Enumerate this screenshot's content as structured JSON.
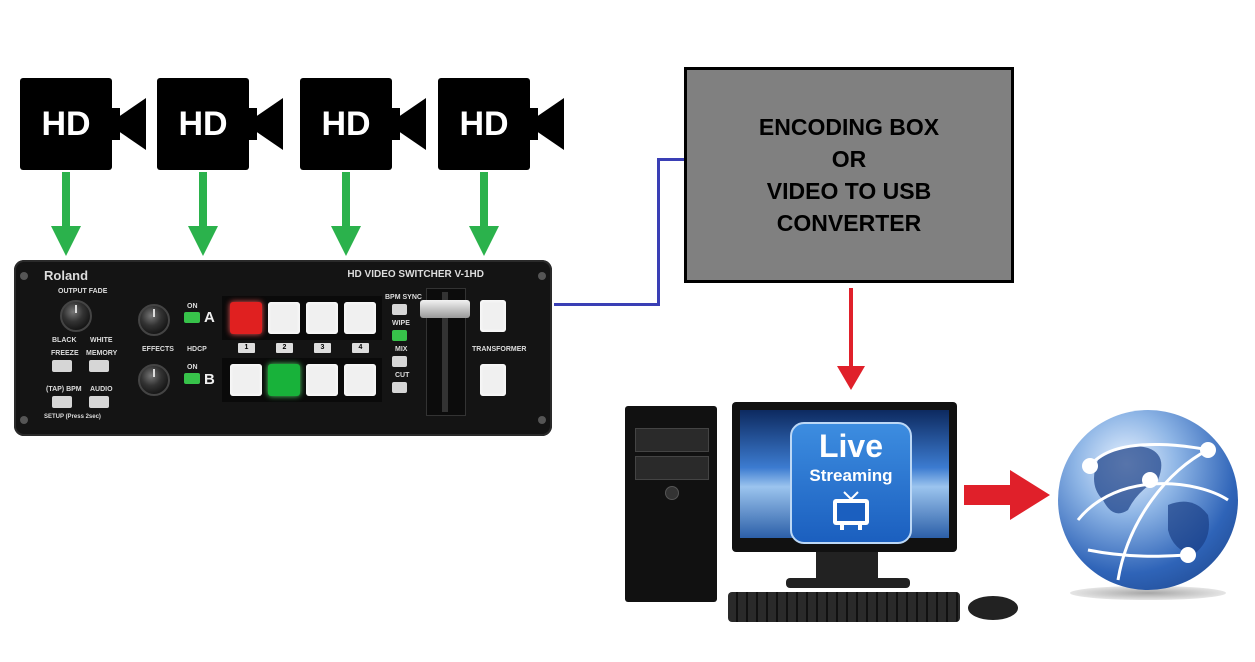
{
  "cameras": [
    {
      "label": "HD"
    },
    {
      "label": "HD"
    },
    {
      "label": "HD"
    },
    {
      "label": "HD"
    }
  ],
  "switcher": {
    "brand": "Roland",
    "model": "HD VIDEO SWITCHER  V-1HD",
    "output_fade": "OUTPUT FADE",
    "black": "BLACK",
    "white": "WHITE",
    "freeze": "FREEZE",
    "memory": "MEMORY",
    "tap_bpm": "(TAP) BPM",
    "audio": "AUDIO",
    "setup": "SETUP (Press 2sec)",
    "effects": "EFFECTS",
    "on_a": "ON",
    "on_b": "ON",
    "hdcp": "HDCP",
    "bus_a": "A",
    "bus_b": "B",
    "channels": [
      "1",
      "2",
      "3",
      "4"
    ],
    "bpm_sync": "BPM SYNC",
    "wipe": "WIPE",
    "mix": "MIX",
    "cut": "CUT",
    "transformer": "TRANSFORMER"
  },
  "encoding_box": {
    "line1": "ENCODING BOX",
    "line2": "OR",
    "line3": "VIDEO TO USB",
    "line4": "CONVERTER"
  },
  "monitor": {
    "live": "Live",
    "streaming": "Streaming"
  },
  "colors": {
    "green_arrow": "#2bb24c",
    "red_arrow": "#e0202a",
    "connector_line": "#3a3fb5",
    "encoding_box": "#808080"
  }
}
